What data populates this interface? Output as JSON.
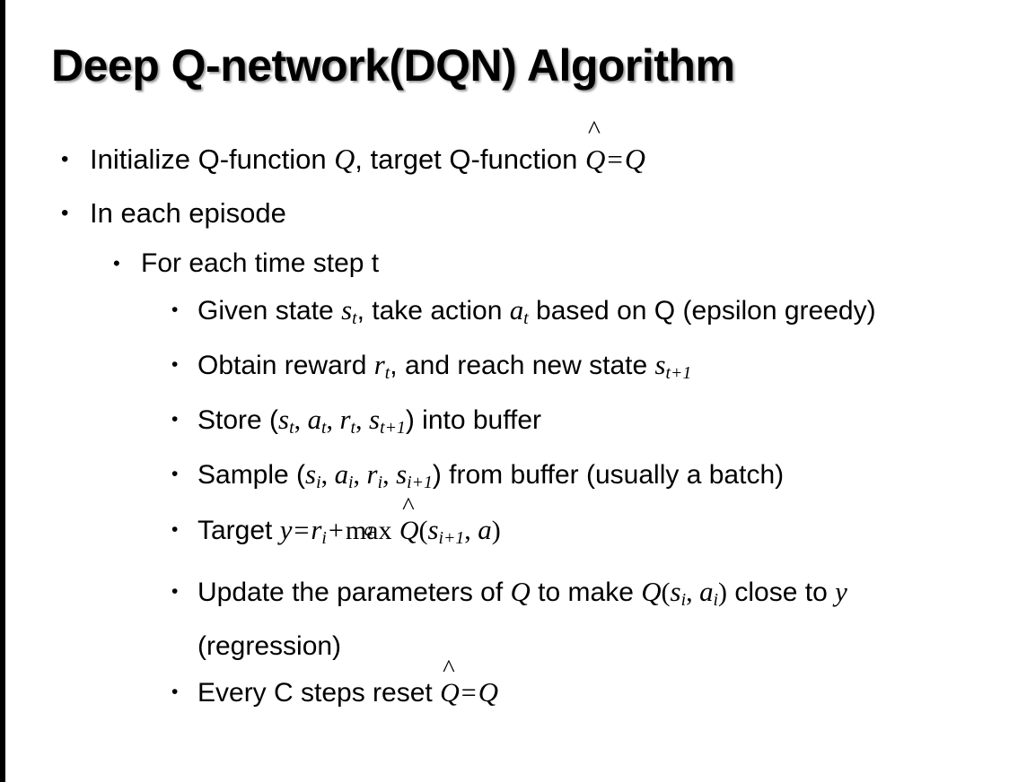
{
  "slide": {
    "title": "Deep Q-network(DQN) Algorithm",
    "bullet_marker": "•",
    "background_color": "#ffffff",
    "text_color": "#000000",
    "accent_bar_color": "#000000"
  },
  "content": {
    "level1": [
      {
        "id": "initialize",
        "plain": "Initialize Q-function Q, target Q-function Q̂ = Q",
        "parts": {
          "text_a": "Initialize Q-function ",
          "math_q1": "Q",
          "text_b": ", target Q-function ",
          "math_qhat": "Q",
          "math_eq": "=",
          "math_q2": "Q"
        }
      },
      {
        "id": "in-each-episode",
        "plain": "In each episode"
      }
    ],
    "level2": [
      {
        "id": "for-each-time-step",
        "plain": "For each time step t"
      }
    ],
    "level3": [
      {
        "id": "given-state",
        "plain": "Given state s_t, take action a_t based on Q (epsilon greedy)",
        "parts": {
          "text_a": "Given state ",
          "var_s": "s",
          "sub_s": "t",
          "text_b": ", take action ",
          "var_a": "a",
          "sub_a": "t",
          "text_c": " based on Q (epsilon greedy)"
        }
      },
      {
        "id": "obtain-reward",
        "plain": "Obtain reward r_t, and reach new state s_{t+1}",
        "parts": {
          "text_a": "Obtain reward ",
          "var_r": "r",
          "sub_r": "t",
          "text_b": ", and reach new state ",
          "var_s": "s",
          "sub_s": "t+1"
        }
      },
      {
        "id": "store",
        "plain": "Store (s_t, a_t, r_t, s_{t+1}) into buffer",
        "parts": {
          "text_a": "Store (",
          "var_s1": "s",
          "sub_s1": "t",
          "sep1": ", ",
          "var_a": "a",
          "sub_a": "t",
          "sep2": ", ",
          "var_r": "r",
          "sub_r": "t",
          "sep3": ", ",
          "var_s2": "s",
          "sub_s2": "t+1",
          "text_b": ") into buffer"
        }
      },
      {
        "id": "sample",
        "plain": "Sample (s_i, a_i, r_i, s_{i+1}) from buffer (usually a batch)",
        "parts": {
          "text_a": "Sample (",
          "var_s1": "s",
          "sub_s1": "i",
          "sep1": ", ",
          "var_a": "a",
          "sub_a": "i",
          "sep2": ", ",
          "var_r": "r",
          "sub_r": "i",
          "sep3": ", ",
          "var_s2": "s",
          "sub_s2": "i+1",
          "text_b": ") from buffer (usually a batch)"
        }
      },
      {
        "id": "target",
        "plain": "Target y = r_i + max_a Q̂(s_{i+1}, a)",
        "parts": {
          "text_a": "Target ",
          "var_y": "y",
          "eq": "=",
          "var_r": "r",
          "sub_r": "i",
          "plus": "+",
          "maxop": "max",
          "maxsub": "a",
          "qhat": "Q",
          "paren_open": "(",
          "var_s": "s",
          "sub_s": "i+1",
          "sep": ", ",
          "var_a": "a",
          "paren_close": ")"
        }
      },
      {
        "id": "update-parameters",
        "plain": "Update the parameters of Q to make Q(s_i, a_i) close to y (regression)",
        "parts": {
          "text_a": "Update the parameters of ",
          "var_q1": "Q",
          "text_b": " to make ",
          "var_q2": "Q",
          "paren_open": "(",
          "var_s": "s",
          "sub_s": "i",
          "sep": ", ",
          "var_a": "a",
          "sub_a": "i",
          "paren_close": ")",
          "text_c": " close to ",
          "var_y": "y",
          "text_d": " (regression)"
        }
      },
      {
        "id": "reset-target",
        "plain": "Every C steps reset Q̂ = Q",
        "parts": {
          "text_a": "Every C steps reset ",
          "qhat": "Q",
          "eq": "=",
          "var_q": "Q"
        }
      }
    ]
  }
}
